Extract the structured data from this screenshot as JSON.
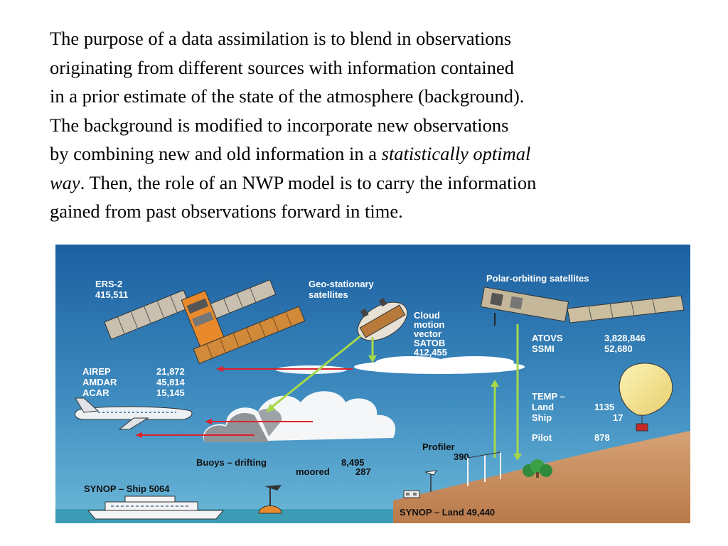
{
  "paragraph": {
    "l1": "The purpose of a data assimilation is to blend in observations",
    "l2": "originating from different sources with information contained",
    "l3": "in a prior estimate of the state of the atmosphere (background).",
    "l4": "The background is modified to incorporate new observations",
    "l5_pre": "by combining new and old information in a ",
    "l5_em": "statistically optimal",
    "l6_em": "way",
    "l6_post": ". Then, the role of an NWP model is to carry the information",
    "l7": "gained from past observations forward in time."
  },
  "figure": {
    "ers2": {
      "name": "ERS-2",
      "count": "415,511"
    },
    "geo": {
      "l1": "Geo-stationary",
      "l2": "satellites"
    },
    "polar": {
      "title": "Polar-orbiting satellites"
    },
    "cmv": {
      "l1": "Cloud",
      "l2": "motion",
      "l3": "vector",
      "l4": "SATOB",
      "l5": "412,455"
    },
    "atovs": {
      "label": "ATOVS",
      "value": "3,828,846"
    },
    "ssmi": {
      "label": "SSMI",
      "value": "52,680"
    },
    "airep": {
      "label": "AIREP",
      "value": "21,872"
    },
    "amdar": {
      "label": "AMDAR",
      "value": "45,814"
    },
    "acar": {
      "label": "ACAR",
      "value": "15,145"
    },
    "temp": {
      "title": "TEMP –",
      "land_label": "Land",
      "land_value": "1135",
      "ship_label": "Ship",
      "ship_value": "17"
    },
    "pilot": {
      "label": "Pilot",
      "value": "878"
    },
    "profiler": {
      "label": "Profiler",
      "value": "390"
    },
    "buoys": {
      "label": "Buoys – drifting",
      "drift_value": "8,495",
      "moored_label": "moored",
      "moored_value": "287"
    },
    "synop_ship": "SYNOP – Ship 5064",
    "synop_land": "SYNOP – Land 49,440",
    "colors": {
      "sky_top": "#1b5fa0",
      "sky_bottom": "#5fb0d2",
      "land": "#d9a071",
      "arrow_green": "#a6d84a",
      "arrow_red": "#e0202a"
    }
  }
}
